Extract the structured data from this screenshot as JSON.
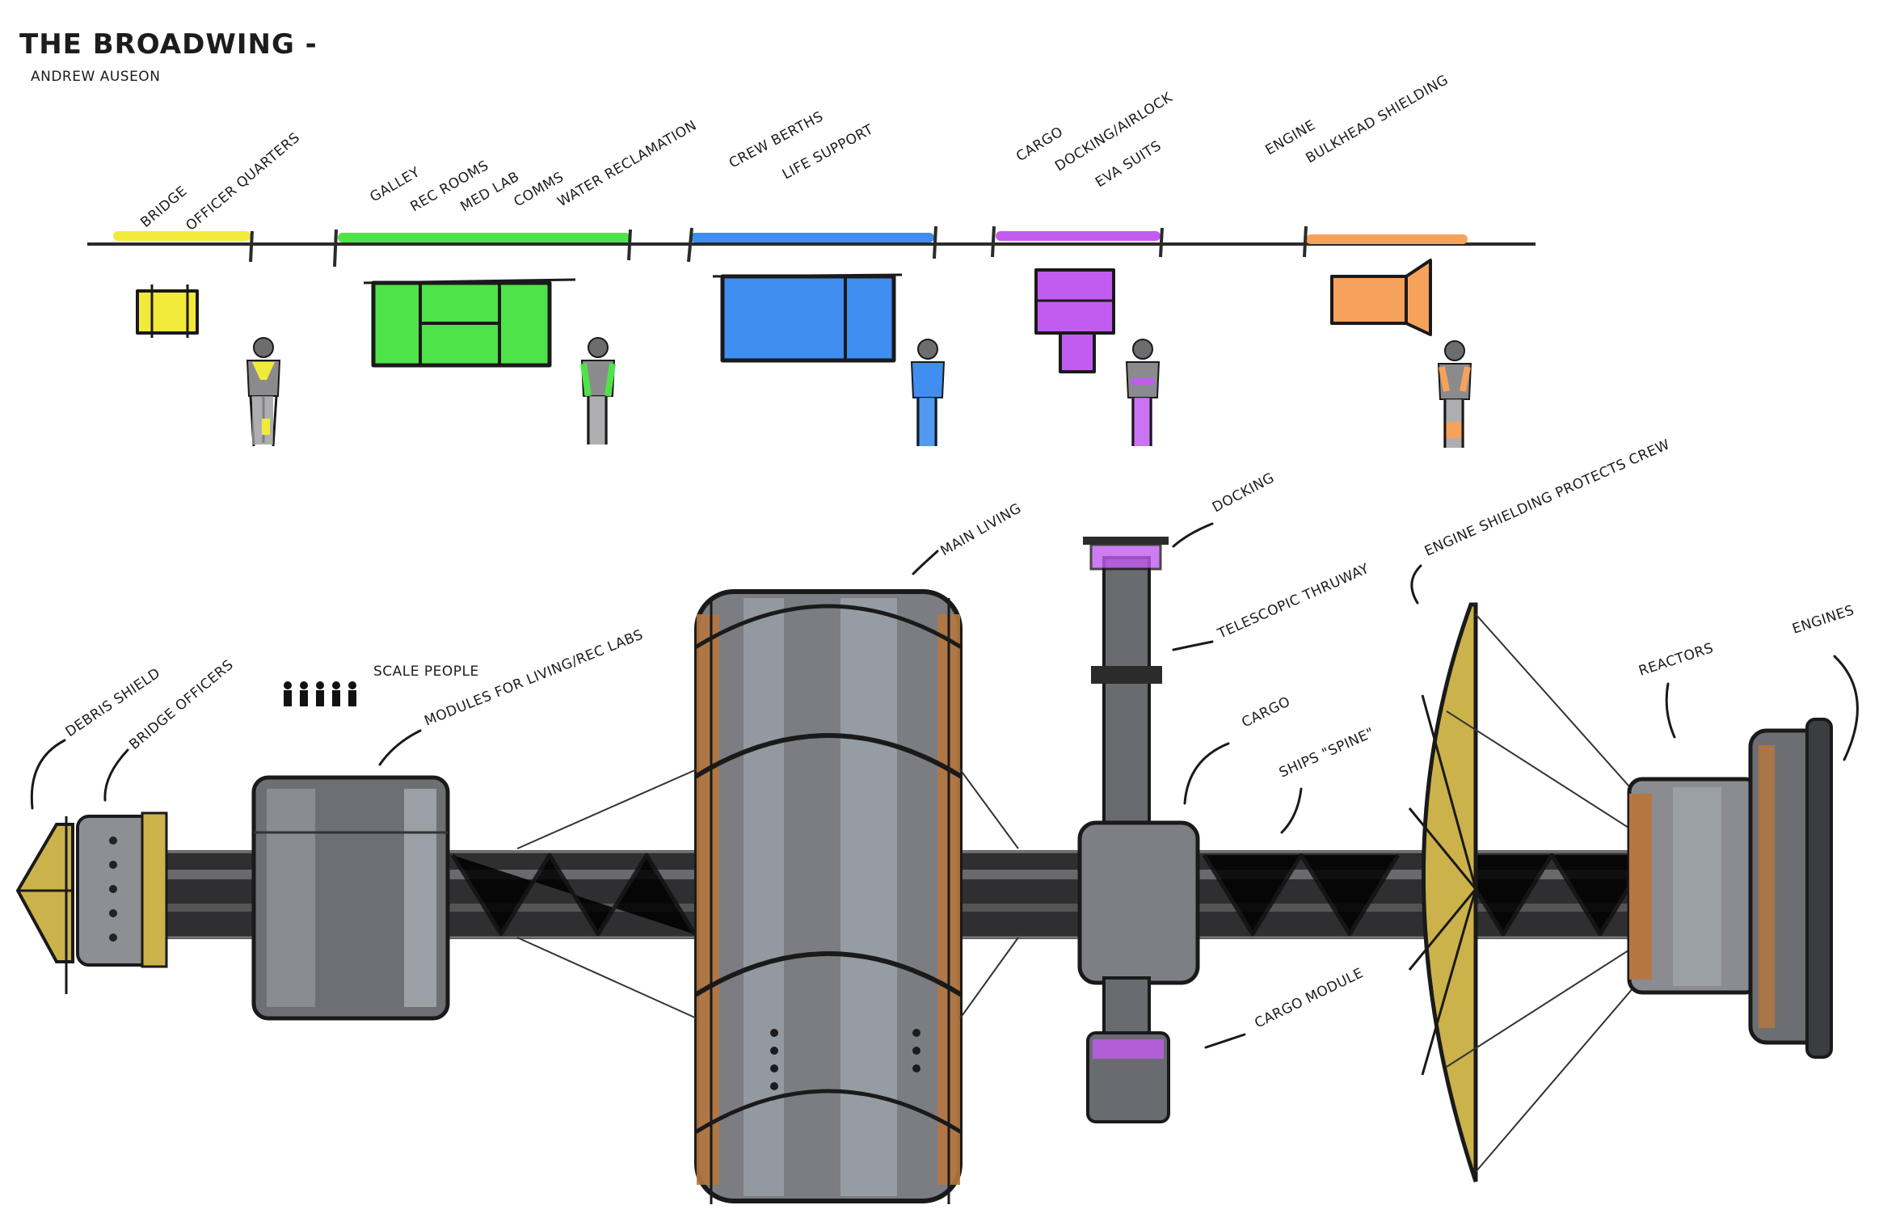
{
  "header": {
    "title": "THE BROADWING -",
    "author": "ANDREW AUSEON"
  },
  "sections": [
    {
      "id": "bridge",
      "labels": [
        "BRIDGE",
        "OFFICER QUARTERS"
      ],
      "color": "#f2ea3a"
    },
    {
      "id": "galley",
      "labels": [
        "GALLEY",
        "REC ROOMS",
        "MED LAB",
        "COMMS",
        "WATER RECLAMATION"
      ],
      "color": "#4fe34a"
    },
    {
      "id": "crew",
      "labels": [
        "CREW BERTHS",
        "LIFE SUPPORT"
      ],
      "color": "#3f8ef0"
    },
    {
      "id": "cargo",
      "labels": [
        "CARGO",
        "DOCKING/AIRLOCK",
        "EVA SUITS"
      ],
      "color": "#c25cf0"
    },
    {
      "id": "engine",
      "labels": [
        "ENGINE",
        "BULKHEAD SHIELDING"
      ],
      "color": "#f7a25a"
    }
  ],
  "annotations": {
    "debris_shield": "DEBRIS SHIELD",
    "bridge_officers": "BRIDGE OFFICERS",
    "scale_people": "SCALE PEOPLE",
    "modules": "MODULES FOR LIVING/REC LABS",
    "main_living": "MAIN LIVING",
    "docking": "DOCKING",
    "telescopic": "TELESCOPIC THRUWAY",
    "cargo": "CARGO",
    "spine": "SHIPS \"SPINE\"",
    "cargo_module": "CARGO MODULE",
    "engine_shielding": "ENGINE SHIELDING PROTECTS CREW",
    "reactors": "REACTORS",
    "engines": "ENGINES"
  },
  "icons": {
    "arrow": "hand-drawn-arrow-icon",
    "person": "crew-figure-icon"
  },
  "colors": {
    "hull": "#5f6064",
    "hull_light": "#9ea3aa",
    "copper": "#b5773f",
    "gold": "#cbb24a",
    "truss": "#2a2a2a"
  }
}
